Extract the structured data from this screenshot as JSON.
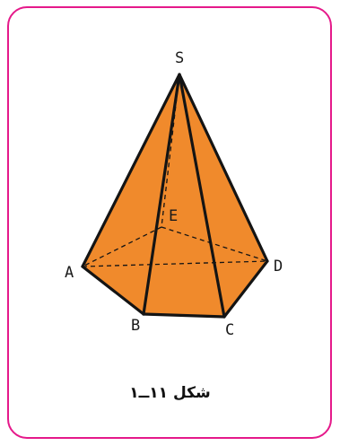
{
  "figure": {
    "vertices": {
      "apex": "S",
      "a": "A",
      "b": "B",
      "c": "C",
      "d": "D",
      "e": "E"
    },
    "caption": "شکل ۱۱ــ۱",
    "colors": {
      "frame": "#e5198a",
      "face": "#f08a2c",
      "edge": "#141414"
    }
  }
}
